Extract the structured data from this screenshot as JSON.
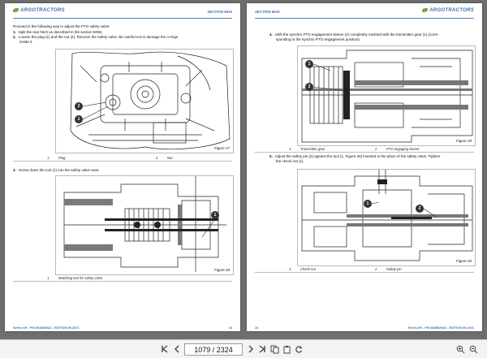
{
  "brand": "ARGOTRACTORS",
  "left_page": {
    "section": "SECTION 6019",
    "intro": "Proceed in the following way to adjust the PTO safety valve:",
    "steps": [
      {
        "num": "1.",
        "text": "Split the rear hitch as described in the section 6006;"
      },
      {
        "num": "2.",
        "text": "Loosen the plug (1) and the nut (2). Remove the safety valve. Be careful not to damage the o-rings"
      },
      {
        "num": "",
        "text": "inside it."
      }
    ],
    "figure27": {
      "label": "Figure 27",
      "callouts": [
        "2",
        "1"
      ]
    },
    "legend27": [
      {
        "n": "1",
        "t": "Plug"
      },
      {
        "n": "2",
        "t": "Nut"
      }
    ],
    "step3": {
      "num": "3.",
      "text": "Screw down the tool (1) into the safety valve seat."
    },
    "figure28": {
      "label": "Figure 28",
      "callouts": [
        "1"
      ]
    },
    "legend28": [
      {
        "n": "1",
        "t": "Matching tool for safety valve"
      }
    ],
    "footer_left": "Series 6H - P/N 6638529A2 - EDITION 09-2021",
    "footer_right": "23"
  },
  "right_page": {
    "section": "SECTION 6019",
    "step4": {
      "num": "4.",
      "line1": "Shift the synchro PTO engagement sleeve (2) completely meshed with the transmitter gear (1) (corre-",
      "line2": "sponding to the synchro PTO engagement position)."
    },
    "figure29": {
      "label": "Figure 29",
      "callouts": [
        "1",
        "2"
      ]
    },
    "legend29": [
      {
        "n": "1",
        "t": "Transmitter gear"
      },
      {
        "n": "2",
        "t": "PTO engaging sleeve"
      }
    ],
    "step5": {
      "num": "5.",
      "line1": "Adjust the safety pin (2) against the tool (1, Figure 28) inserted in the place of the safety valve. Tighten",
      "line2": "the check nut (1)."
    },
    "figure30": {
      "label": "Figure 30",
      "callouts": [
        "1",
        "2"
      ]
    },
    "legend30": [
      {
        "n": "1",
        "t": "Check nut"
      },
      {
        "n": "2",
        "t": "Safety pin"
      }
    ],
    "footer_left": "24",
    "footer_right": "Series 6H - P/N 6638529A2 - EDITION 09-2021"
  },
  "toolbar": {
    "current_page": "1079 / 2324",
    "icons": [
      "first-page-icon",
      "previous-page-icon",
      "next-page-icon",
      "last-page-icon",
      "copy-icon",
      "clipboard-icon",
      "rotate-icon",
      "zoom-in-icon",
      "zoom-out-icon"
    ]
  }
}
